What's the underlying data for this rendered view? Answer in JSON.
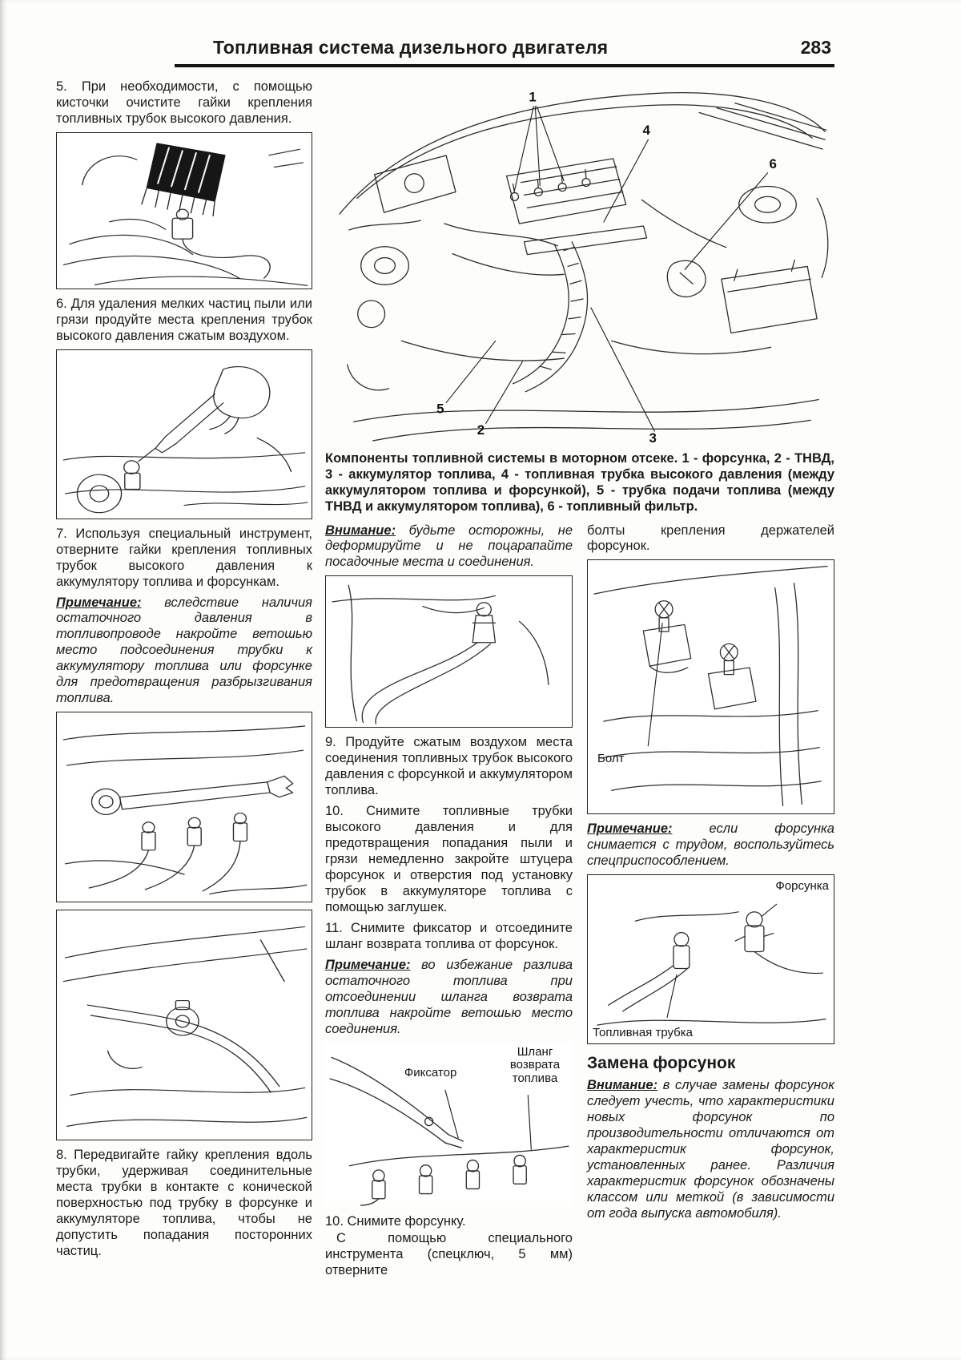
{
  "header": {
    "title": "Топливная система дизельного двигателя",
    "page_number": "283"
  },
  "left_column": {
    "step5": "5. При необходимости, с помощью кисточки очистите гайки крепления топливных трубок высокого давления.",
    "step6": "6. Для удаления мелких частиц пыли или грязи продуйте места крепления трубок высокого давления сжатым воздухом.",
    "step7": "7. Используя специальный инструмент, отверните гайки крепления топливных трубок высокого давления к аккумулятору топлива и форсункам.",
    "note7_label": "Примечание:",
    "note7_text": "вследствие наличия остаточного давления в топливопроводе накройте ветошью место подсоединения трубки к аккумулятору топлива или форсунке для предотвращения разбрызгивания топлива.",
    "step8": "8. Передвигайте гайку крепления вдоль трубки, удерживая соединительные места трубки в контакте с конической поверхностью под трубку в форсунке и аккумуляторе топлива, чтобы не допустить попадания посторонних частиц."
  },
  "main_figure": {
    "caption": "Компоненты топливной системы в моторном отсеке. 1 - форсунка, 2 - ТНВД, 3 - аккумулятор топлива, 4 - топливная трубка высокого давления (между аккумулятором топлива и форсункой), 5 - трубка подачи топлива (между ТНВД и аккумулятором топлива), 6 - топливный фильтр.",
    "callouts": {
      "c1": "1",
      "c2": "2",
      "c3": "3",
      "c4": "4",
      "c5": "5",
      "c6": "6"
    }
  },
  "middle_column": {
    "warning_label": "Внимание:",
    "warning_text": "будьте осторожны, не деформируйте и не поцарапайте посадочные места и соединения.",
    "step9": "9. Продуйте сжатым воздухом места соединения топливных трубок высокого давления с форсункой и аккумулятором топлива.",
    "step10": "10. Снимите топливные трубки высокого давления и для предотвращения попадания пыли и грязи немедленно закройте штуцера форсунок и отверстия под установку трубок в аккумуляторе топлива с помощью заглушек.",
    "step11": "11. Снимите фиксатор и отсоедините шланг возврата топлива от форсунок.",
    "note11_label": "Примечание:",
    "note11_text": "во избежание разлива остаточного топлива при отсоединении шланга возврата топлива накройте ветошью место соединения.",
    "label_fixator": "Фиксатор",
    "label_return_hose": "Шланг возврата топлива",
    "step10b_line1": "10. Снимите форсунку.",
    "step10b_line2": "С помощью специального инструмента (спецключ, 5 мм) отверните"
  },
  "right_column": {
    "continuation": "болты крепления держателей форсунок.",
    "label_bolt": "Болт",
    "note_label": "Примечание:",
    "note_text": "если форсунка снимается с трудом, воспользуйтесь спецприспособлением.",
    "label_injector": "Форсунка",
    "label_fuel_pipe": "Топливная трубка",
    "section_heading": "Замена форсунок",
    "warning_label": "Внимание:",
    "warning_text": "в случае замены форсунок следует учесть, что характеристики новых форсунок по производительности отличаются от характеристик форсунок, установленных ранее. Различия характеристик форсунок обозначены классом или меткой (в зависимости от года выпуска автомобиля)."
  }
}
